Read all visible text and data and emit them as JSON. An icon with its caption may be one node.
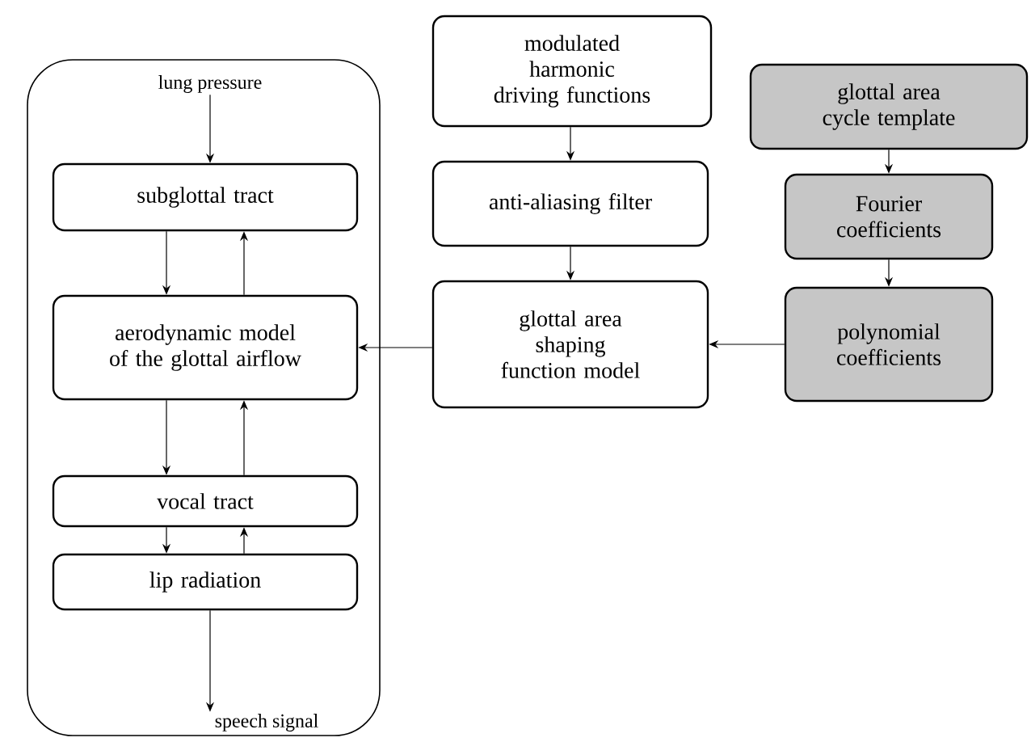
{
  "diagram": {
    "nodes": [
      {
        "text": [],
        "shape": "box"
      },
      {
        "text": [
          "lung pressure"
        ],
        "in": 0
      },
      {
        "text": [
          "subglottal tract"
        ],
        "in": 0
      },
      {
        "text": [
          "aerodynamic model of the glottal airflow"
        ],
        "in": 0
      },
      {
        "text": [
          "vocal tract"
        ],
        "in": 0
      },
      {
        "text": [
          "lip radiation"
        ],
        "in": 0
      },
      {
        "text": [
          "speech signal"
        ],
        "in": 0
      },
      {
        "text": [
          "modulated harmonic driving functions"
        ]
      },
      {
        "text": [
          "anti-aliasing filter"
        ]
      },
      {
        "text": [
          "glottal area shaping function model"
        ]
      },
      {
        "text": [
          "glottal area cycle template"
        ]
      },
      {
        "text": [
          "Fourier coefficients"
        ]
      },
      {
        "text": [
          "polynomial coefficients"
        ]
      }
    ],
    "edges": [
      {
        "from": 1,
        "to": 2,
        "arrow": "to"
      },
      {
        "from": 2,
        "to": 3,
        "arrow": "to"
      },
      {
        "from": 3,
        "to": 2,
        "arrow": "to"
      },
      {
        "from": 3,
        "to": 4,
        "arrow": "to"
      },
      {
        "from": 4,
        "to": 3,
        "arrow": "to"
      },
      {
        "from": 4,
        "to": 5,
        "arrow": "to"
      },
      {
        "from": 5,
        "to": 4,
        "arrow": "to"
      },
      {
        "from": 5,
        "to": 6,
        "arrow": "to"
      },
      {
        "from": 7,
        "to": 8,
        "arrow": "to"
      },
      {
        "from": 8,
        "to": 9,
        "arrow": "to"
      },
      {
        "from": 9,
        "to": 3,
        "arrow": "to"
      },
      {
        "from": 10,
        "to": 11,
        "arrow": "to"
      },
      {
        "from": 11,
        "to": 12,
        "arrow": "to"
      },
      {
        "from": 12,
        "to": 9,
        "arrow": "to"
      }
    ]
  }
}
